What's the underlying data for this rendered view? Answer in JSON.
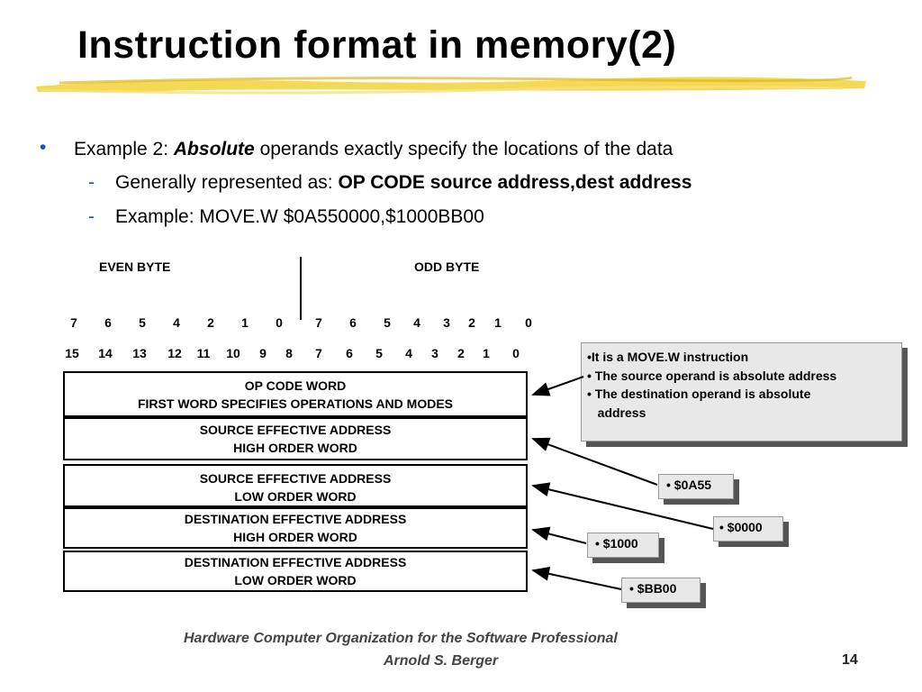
{
  "title": "Instruction format in memory(2)",
  "bullet": {
    "prefix": "Example 2: ",
    "emphasis": "Absolute",
    "suffix": " operands exactly specify the locations of the data"
  },
  "sub1": {
    "prefix": "Generally represented as: ",
    "bold": "OP CODE  source address,dest address"
  },
  "sub2": {
    "text": "Example: MOVE.W  $0A550000,$1000BB00"
  },
  "even_byte": "EVEN BYTE",
  "odd_byte": "ODD BYTE",
  "byte_bits": [
    "7",
    "6",
    "5",
    "4",
    "2",
    "1",
    "0",
    "7",
    "6",
    "5",
    "4",
    "3",
    "2",
    "1",
    "0"
  ],
  "word_bits": [
    "15",
    "14",
    "13",
    "12",
    "11",
    "10",
    "9",
    "8",
    "7",
    "6",
    "5",
    "4",
    "3",
    "2",
    "1",
    "0"
  ],
  "rows": [
    {
      "line1": "OP CODE WORD",
      "line2": "FIRST WORD SPECIFIES OPERATIONS AND MODES"
    },
    {
      "line1": "SOURCE EFFECTIVE ADDRESS",
      "line2": "HIGH ORDER WORD"
    },
    {
      "line1": "SOURCE EFFECTIVE ADDRESS",
      "line2": "LOW ORDER WORD"
    },
    {
      "line1": "DESTINATION EFFECTIVE ADDRESS",
      "line2": "HIGH ORDER WORD"
    },
    {
      "line1": "DESTINATION EFFECTIVE ADDRESS",
      "line2": "LOW ORDER WORD"
    }
  ],
  "info_callout": [
    "•It is a MOVE.W instruction",
    "• The source operand is absolute address",
    "• The destination operand is absolute",
    "   address"
  ],
  "callouts": {
    "a55": "• $0A55",
    "zero": "• $0000",
    "k1000": "• $1000",
    "bb00": "• $BB00"
  },
  "footer": {
    "line1": "Hardware Computer Organization for the Software Professional",
    "line2": "Arnold S. Berger",
    "page": "14"
  },
  "colors": {
    "bullet": "#1a4fd0",
    "highlight": "#f2d23a"
  }
}
